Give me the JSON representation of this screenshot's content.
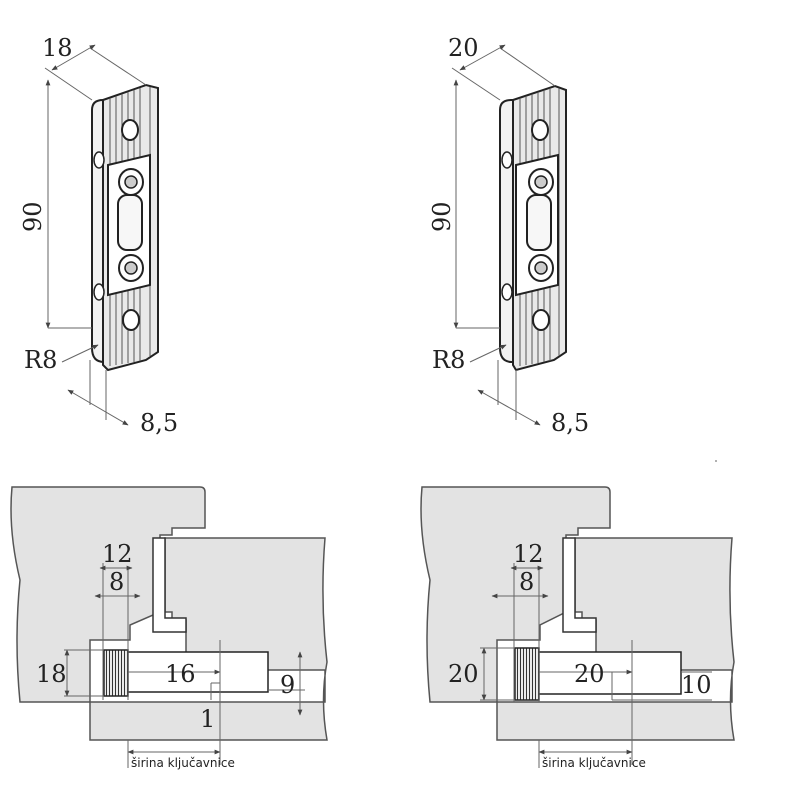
{
  "left_top": {
    "width": "18",
    "height": "90",
    "radius": "R8",
    "depth": "8,5"
  },
  "right_top": {
    "width": "20",
    "height": "90",
    "radius": "R8",
    "depth": "8,5"
  },
  "left_bottom": {
    "top_dim": "12",
    "sub_dim": "8",
    "side_dim": "18",
    "length_dim": "16",
    "right_dim": "9",
    "gap_dim": "1",
    "caption": "širina ključavnice"
  },
  "right_bottom": {
    "top_dim": "12",
    "sub_dim": "8",
    "side_dim": "20",
    "length_dim": "20",
    "right_dim": "10",
    "caption": "širina ključavnice"
  }
}
